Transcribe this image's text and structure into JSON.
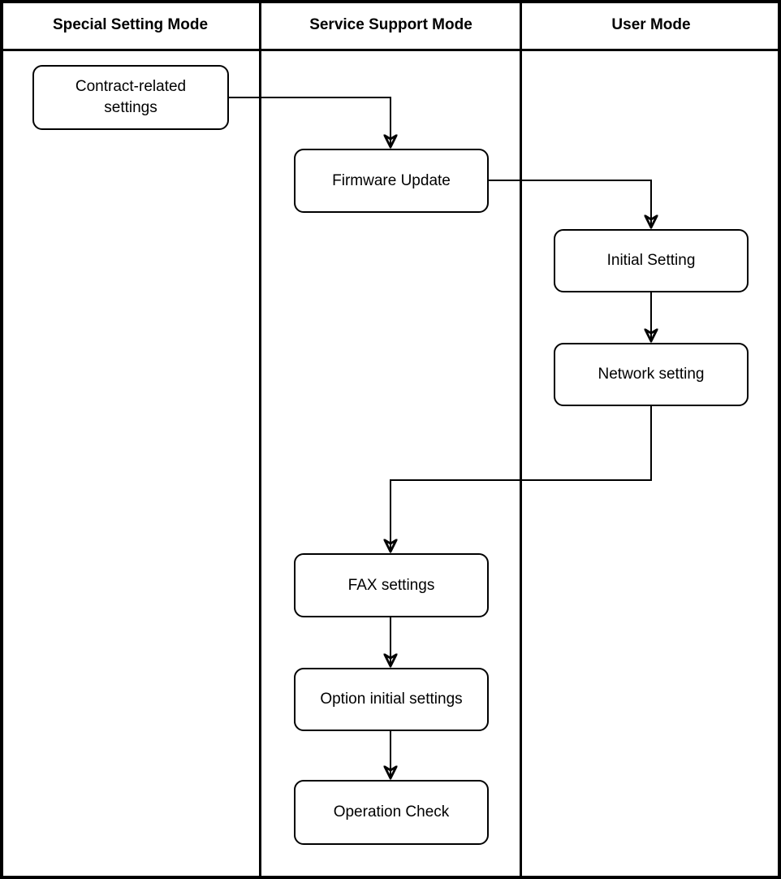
{
  "lanes": [
    {
      "label": "Special Setting Mode"
    },
    {
      "label": "Service Support Mode"
    },
    {
      "label": "User Mode"
    }
  ],
  "nodes": {
    "contract": {
      "label": "Contract-related settings",
      "lane": "Special Setting Mode"
    },
    "firmware": {
      "label": "Firmware Update",
      "lane": "Service Support Mode"
    },
    "initial": {
      "label": "Initial Setting",
      "lane": "User Mode"
    },
    "network": {
      "label": "Network setting",
      "lane": "User Mode"
    },
    "fax": {
      "label": "FAX settings",
      "lane": "Service Support Mode"
    },
    "option": {
      "label": "Option initial settings",
      "lane": "Service Support Mode"
    },
    "operation": {
      "label": "Operation Check",
      "lane": "Service Support Mode"
    }
  },
  "edges": [
    {
      "from": "Contract-related settings",
      "to": "Firmware Update"
    },
    {
      "from": "Firmware Update",
      "to": "Initial Setting"
    },
    {
      "from": "Initial Setting",
      "to": "Network setting"
    },
    {
      "from": "Network setting",
      "to": "FAX settings"
    },
    {
      "from": "FAX settings",
      "to": "Option initial settings"
    },
    {
      "from": "Option initial settings",
      "to": "Operation Check"
    }
  ],
  "colors": {
    "line": "#000000",
    "text": "#000000",
    "background": "#ffffff"
  }
}
